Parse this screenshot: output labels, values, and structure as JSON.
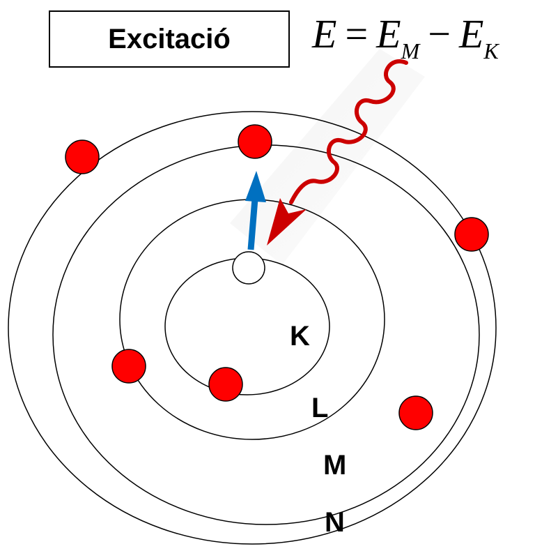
{
  "title": "Excitació",
  "formula": {
    "lhs": "E",
    "equals": "=",
    "term1": "E",
    "term1_sub": "M",
    "minus": "−",
    "term2": "E",
    "term2_sub": "K"
  },
  "shells": [
    {
      "label": "K"
    },
    {
      "label": "L"
    },
    {
      "label": "M"
    },
    {
      "label": "N"
    }
  ],
  "colors": {
    "electron": "#ff0000",
    "vacancy": "#ffffff",
    "transition_arrow": "#0070c0",
    "photon": "#cc0000",
    "orbit": "#000000"
  },
  "icons": {
    "photon": "wavy-arrow-icon",
    "transition": "up-arrow-icon"
  }
}
